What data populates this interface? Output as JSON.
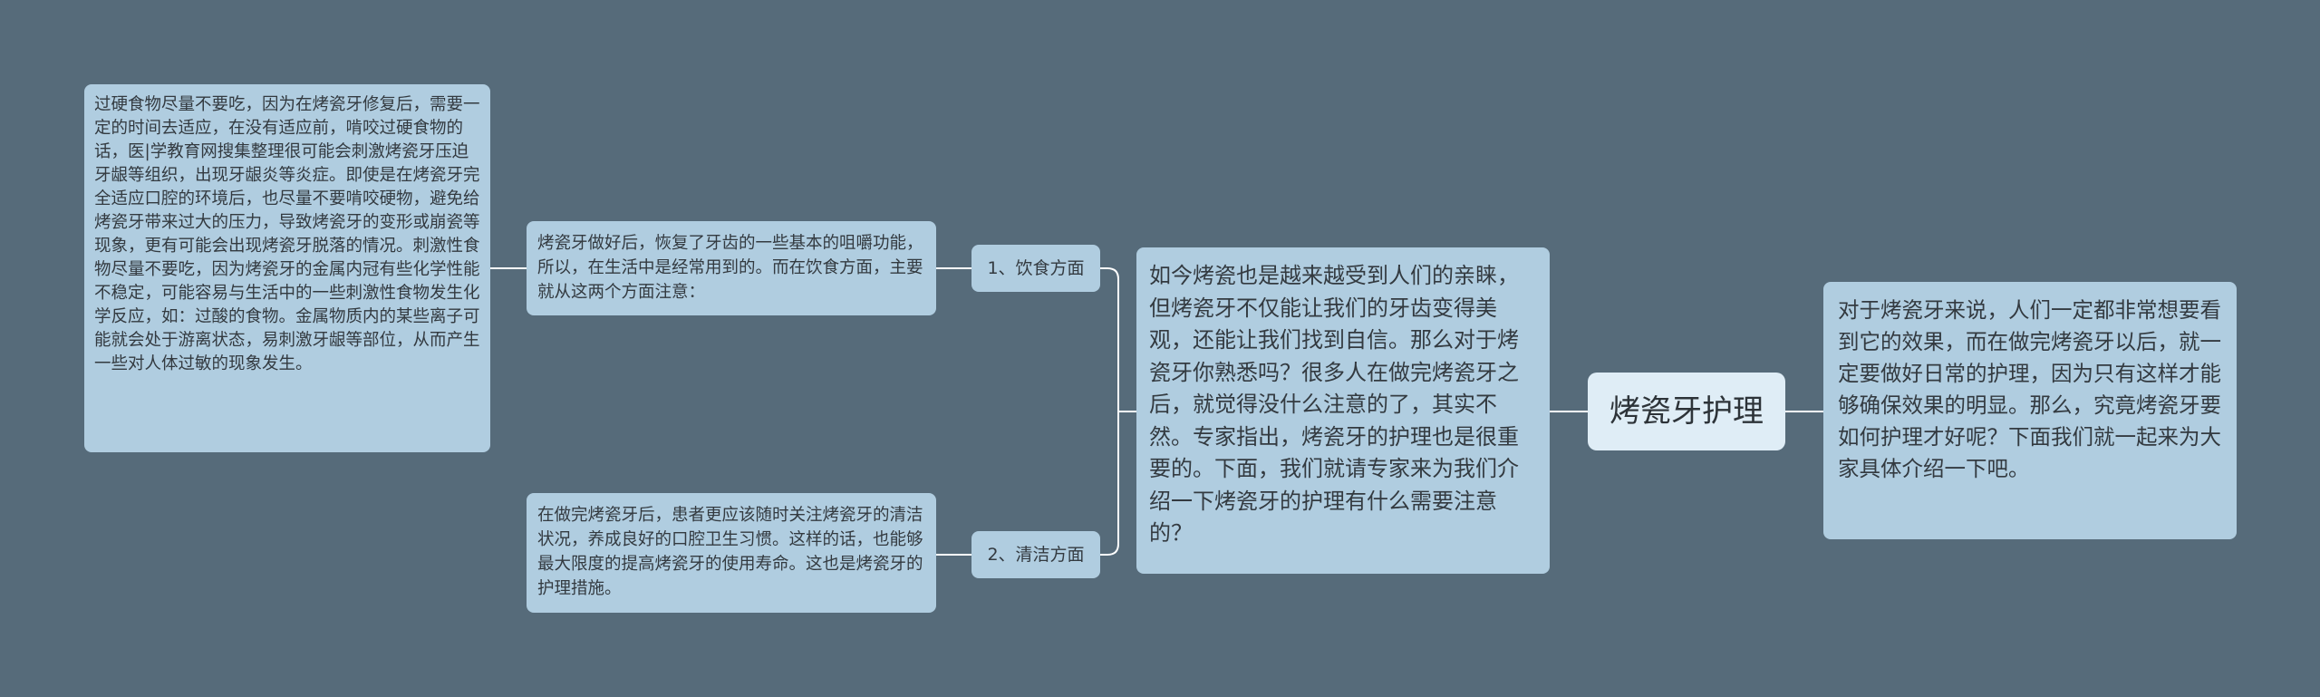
{
  "mindmap": {
    "root": "烤瓷牙护理",
    "intro_right": "对于烤瓷牙来说，人们一定都非常想要看到它的效果，而在做完烤瓷牙以后，就一定要做好日常的护理，因为只有这样才能够确保效果的明显。那么，究竟烤瓷牙要如何护理才好呢？下面我们就一起来为大家具体介绍一下吧。",
    "intro_left": "如今烤瓷也是越来越受到人们的亲睐，但烤瓷牙不仅能让我们的牙齿变得美观，还能让我们找到自信。那么对于烤瓷牙你熟悉吗？很多人在做完烤瓷牙之后，就觉得没什么注意的了，其实不然。专家指出，烤瓷牙的护理也是很重要的。下面，我们就请专家来为我们介绍一下烤瓷牙的护理有什么需要注意的？",
    "branches": [
      {
        "label": "1、饮食方面",
        "detail": "烤瓷牙做好后，恢复了牙齿的一些基本的咀嚼功能，所以，在生活中是经常用到的。而在饮食方面，主要就从这两个方面注意：",
        "leaf": "过硬食物尽量不要吃，因为在烤瓷牙修复后，需要一定的时间去适应，在没有适应前，啃咬过硬食物的话，医|学教育网搜集整理很可能会刺激烤瓷牙压迫牙龈等组织，出现牙龈炎等炎症。即使是在烤瓷牙完全适应口腔的环境后，也尽量不要啃咬硬物，避免给烤瓷牙带来过大的压力，导致烤瓷牙的变形或崩瓷等现象，更有可能会出现烤瓷牙脱落的情况。刺激性食物尽量不要吃，因为烤瓷牙的金属内冠有些化学性能不稳定，可能容易与生活中的一些刺激性食物发生化学反应，如：过酸的食物。金属物质内的某些离子可能就会处于游离状态，易刺激牙龈等部位，从而产生一些对人体过敏的现象发生。"
      },
      {
        "label": "2、清洁方面",
        "detail": "在做完烤瓷牙后，患者更应该随时关注烤瓷牙的清洁状况，养成良好的口腔卫生习惯。这样的话，也能够最大限度的提高烤瓷牙的使用寿命。这也是烤瓷牙的护理措施。"
      }
    ]
  },
  "colors": {
    "background": "#566b7a",
    "node": "#b0cde0",
    "root": "#dfedf6",
    "connector": "#ffffff"
  }
}
